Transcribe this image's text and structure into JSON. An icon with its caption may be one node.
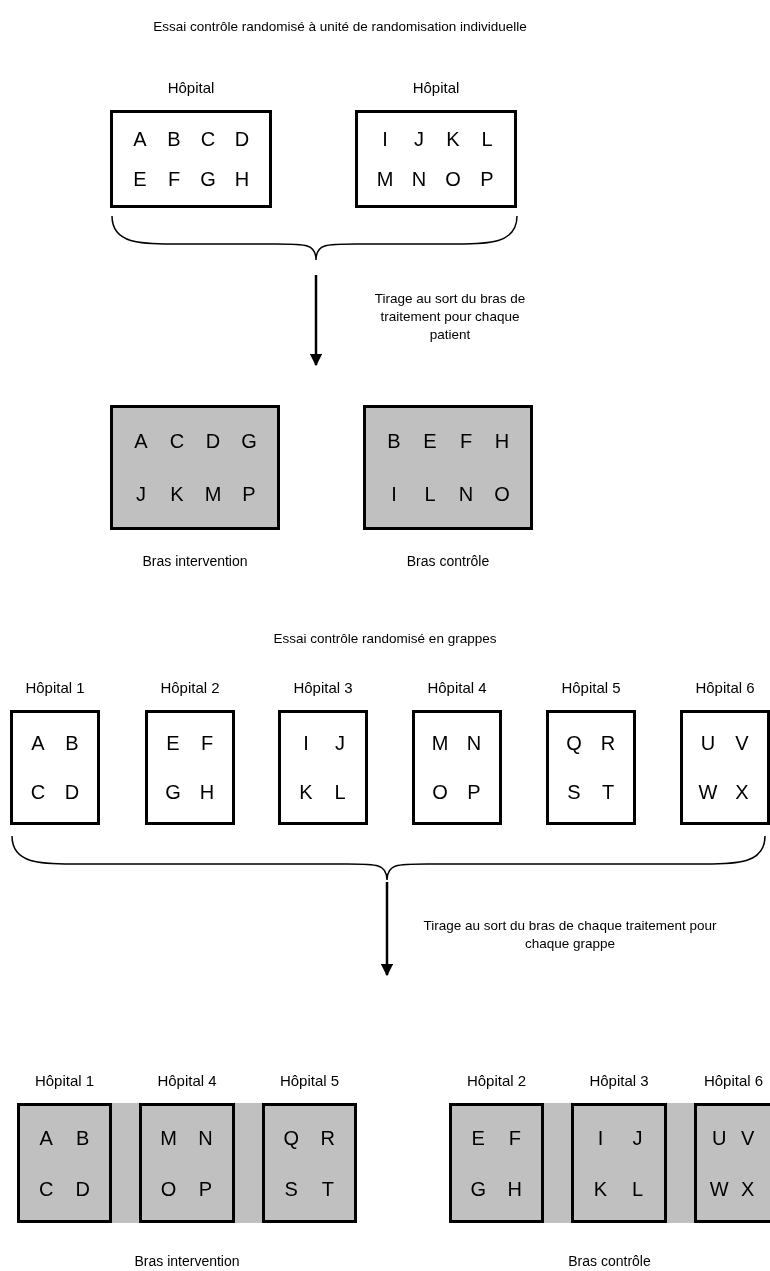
{
  "diagram": {
    "nodes": [
      {
        "text": [
          "Hôpital",
          "A",
          "B",
          "C",
          "D",
          "E",
          "F",
          "G",
          "H"
        ]
      },
      {
        "text": [
          "Hôpital",
          "I",
          "J",
          "K",
          "L",
          "M",
          "N",
          "O",
          "P"
        ]
      },
      {
        "text": [
          "A",
          "C",
          "D",
          "G",
          "J",
          "K",
          "M",
          "P"
        ],
        "beside": [
          "Bras intervention"
        ]
      },
      {
        "text": [
          "B",
          "E",
          "F",
          "H",
          "I",
          "L",
          "N",
          "O"
        ],
        "beside": [
          "Bras contrôle"
        ]
      },
      {
        "text": [
          "Hôpital 1",
          "A",
          "B",
          "C",
          "D"
        ]
      },
      {
        "text": [
          "Hôpital 2",
          "E",
          "F",
          "G",
          "H"
        ]
      },
      {
        "text": [
          "Hôpital 3",
          "I",
          "J",
          "K",
          "L"
        ]
      },
      {
        "text": [
          "Hôpital 4",
          "M",
          "N",
          "O",
          "P"
        ]
      },
      {
        "text": [
          "Hôpital 5",
          "Q",
          "R",
          "S",
          "T"
        ]
      },
      {
        "text": [
          "Hôpital 6",
          "U",
          "V",
          "W",
          "X"
        ]
      },
      {
        "text": [],
        "shape": "band",
        "beside": [
          "Bras intervention"
        ]
      },
      {
        "text": [
          "Hôpital 1",
          "A",
          "B",
          "C",
          "D"
        ],
        "in": 10
      },
      {
        "text": [
          "Hôpital 4",
          "M",
          "N",
          "O",
          "P"
        ],
        "in": 10
      },
      {
        "text": [
          "Hôpital 5",
          "Q",
          "R",
          "S",
          "T"
        ],
        "in": 10
      },
      {
        "text": [],
        "shape": "band",
        "beside": [
          "Bras contrôle"
        ]
      },
      {
        "text": [
          "Hôpital 2",
          "E",
          "F",
          "G",
          "H"
        ],
        "in": 14
      },
      {
        "text": [
          "Hôpital 3",
          "I",
          "J",
          "K",
          "L"
        ],
        "in": 14
      },
      {
        "text": [
          "Hôpital 6",
          "U",
          "V",
          "W",
          "X"
        ],
        "in": 14
      }
    ],
    "labels": [
      "Essai contrôle randomisé à unité de randomisation individuelle",
      "Tirage au sort du bras de traitement pour chaque patient",
      "Essai contrôle randomisé en grappes",
      "Tirage au sort du bras de chaque traitement pour chaque grappe"
    ]
  }
}
